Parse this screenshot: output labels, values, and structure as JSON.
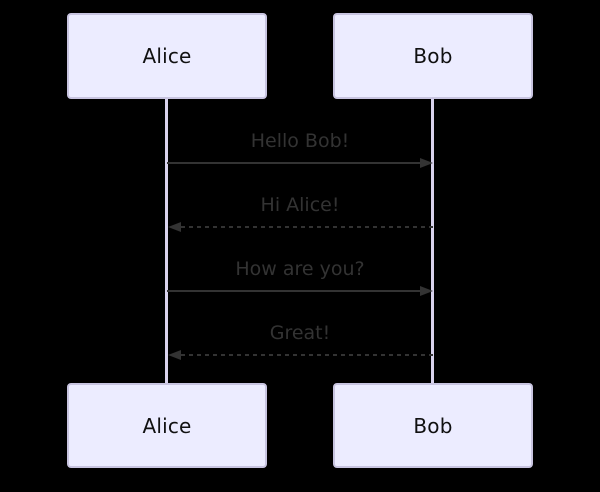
{
  "diagram": {
    "type": "sequence-diagram",
    "actors": [
      {
        "id": "alice",
        "label": "Alice"
      },
      {
        "id": "bob",
        "label": "Bob"
      }
    ],
    "messages": [
      {
        "from": "Alice",
        "to": "Bob",
        "text": "Hello Bob!",
        "line": "solid",
        "direction": "right"
      },
      {
        "from": "Bob",
        "to": "Alice",
        "text": "Hi Alice!",
        "line": "dashed",
        "direction": "left"
      },
      {
        "from": "Alice",
        "to": "Bob",
        "text": "How are you?",
        "line": "solid",
        "direction": "right"
      },
      {
        "from": "Bob",
        "to": "Alice",
        "text": "Great!",
        "line": "dashed",
        "direction": "left"
      }
    ],
    "colors": {
      "background": "#000000",
      "actor_fill": "#ECECFF",
      "actor_border": "#C8C4E0",
      "actor_text": "#111111",
      "lifeline": "#D9D3EE",
      "message_text": "#333333",
      "arrow": "#333333"
    }
  }
}
